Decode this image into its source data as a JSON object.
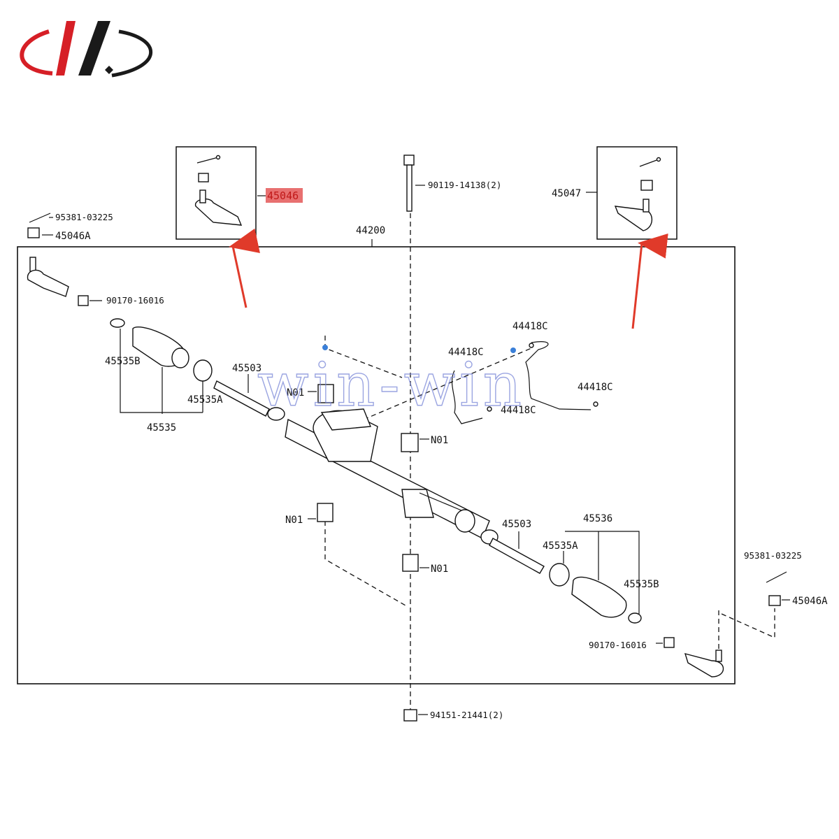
{
  "watermark": "win-win",
  "callouts": {
    "assembly": "44200",
    "bolt_top": "90119-14138(2)",
    "nut_bottom": "94151-21441(2)",
    "tie_rod_end_left": "45046",
    "tie_rod_end_right": "45047",
    "cotter_pin_left": "95381-03225",
    "nut_left": "45046A",
    "cotter_pin_right": "95381-03225",
    "nut_right": "45046A",
    "lock_nut_left": "90170-16016",
    "lock_nut_right": "90170-16016",
    "boot_left": "45535B",
    "clamp_left": "45535A",
    "boot_kit_left": "45535",
    "rack_end_left": "45503",
    "rack_end_right": "45503",
    "boot_kit_right": "45536",
    "clamp_right": "45535A",
    "boot_right": "45535B",
    "tube_a": "44418C",
    "tube_b": "44418C",
    "tube_c": "44418C",
    "tube_d": "44418C",
    "bushing_a": "N01",
    "bushing_b": "N01",
    "bushing_c": "N01",
    "bushing_d": "N01"
  },
  "highlight_color": "#e87070",
  "arrow_color": "#e03a2a",
  "logo_colors": {
    "primary": "#d61f26",
    "secondary": "#1a1a1a"
  }
}
